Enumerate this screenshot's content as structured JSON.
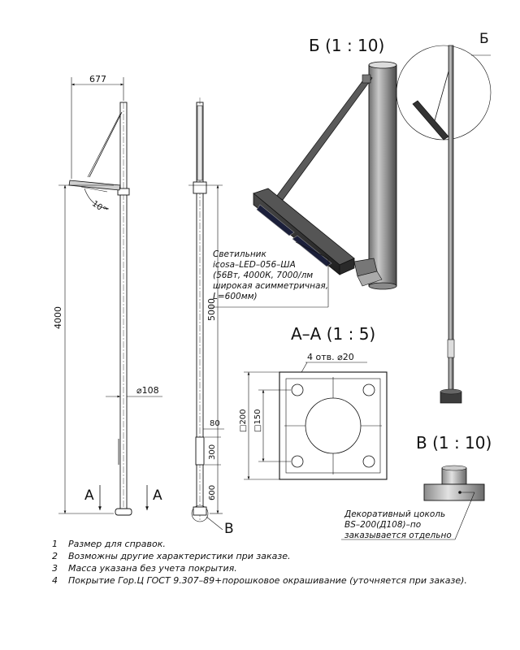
{
  "dimensions": {
    "arm_reach": "677",
    "tilt_angle": "10°",
    "height_short": "4000",
    "height_total": "5000",
    "diameter": "⌀108",
    "dim_80": "80",
    "dim_300": "300",
    "dim_600": "600"
  },
  "section_marks": {
    "a_left": "A",
    "a_right": "A",
    "b_callout": "В",
    "b_detail": "Б"
  },
  "views": {
    "detail_b": "Б (1 : 10)",
    "section_aa": "А–А (1 : 5)",
    "detail_v": "В (1 : 10)"
  },
  "flange": {
    "holes_label": "4 отв. ⌀20",
    "outer_size": "□200",
    "inner_size": "□150"
  },
  "luminaire_callout": [
    "Светильник",
    "icosa–LED–056–ША",
    "(56Вт, 4000К, 7000/лм",
    "широкая асимметричная,",
    "L=600мм)"
  ],
  "base_callout": [
    "Декоративный цоколь",
    "BS–200(Д108)–по",
    "заказывается отдельно"
  ],
  "notes": [
    {
      "num": "1",
      "text": "Размер для справок."
    },
    {
      "num": "2",
      "text": " Возможны другие характеристики при заказе."
    },
    {
      "num": "3",
      "text": "Масса указана без учета покрытия."
    },
    {
      "num": "4",
      "text": "Покрытие Гор.Ц ГОСТ 9.307–89+порошковое окрашивание (уточняется при заказе)."
    }
  ]
}
